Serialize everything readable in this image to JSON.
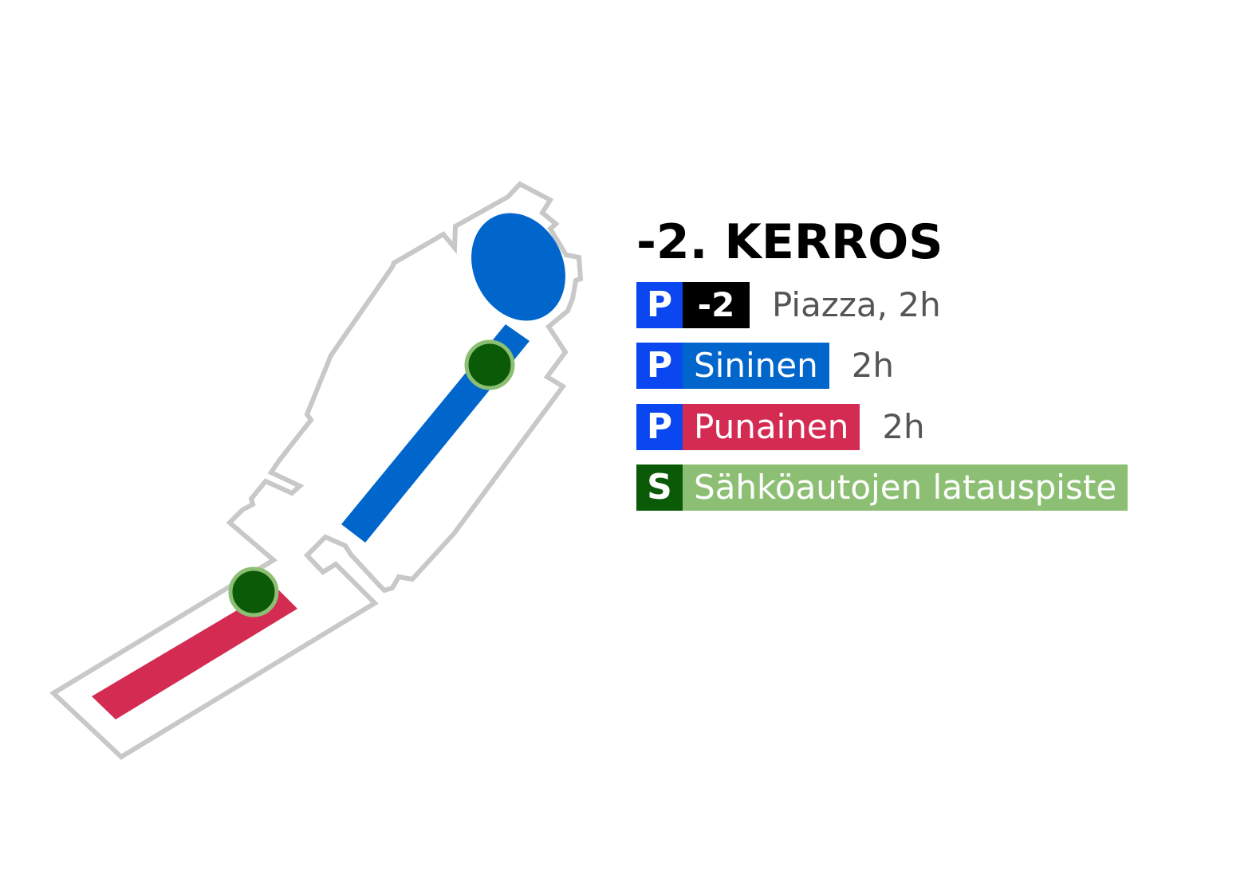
{
  "colors": {
    "outline": "#c8c8c8",
    "parking_p": "#0a47f0",
    "blue_zone": "#0066cc",
    "red_zone": "#d42b53",
    "charger_fill": "#0a5a08",
    "charger_ring": "#8cbf73",
    "charger_label_bg": "#8cbf73",
    "charger_badge_bg": "#0a5a08",
    "level_bg": "#000000",
    "muted_text": "#555555"
  },
  "legend": {
    "title": "-2. KERROS",
    "items": [
      {
        "badge": "P",
        "tag": "-2",
        "text": "Piazza, 2h"
      },
      {
        "badge": "P",
        "tag": "Sininen",
        "text": "2h"
      },
      {
        "badge": "P",
        "tag": "Punainen",
        "text": "2h"
      },
      {
        "badge": "S",
        "tag": "Sähköautojen latauspiste"
      }
    ]
  },
  "map": {
    "icons": {
      "charger": "charging-point-icon"
    }
  }
}
